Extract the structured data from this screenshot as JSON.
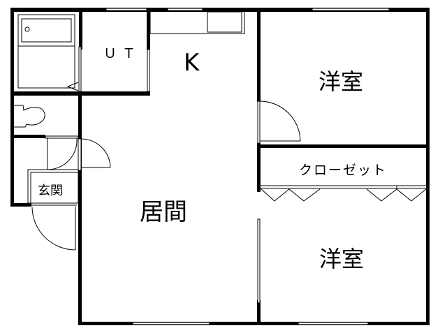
{
  "floor_plan": {
    "rooms": [
      {
        "id": "ut",
        "label": "ＵＴ"
      },
      {
        "id": "kitchen",
        "label": "K"
      },
      {
        "id": "western_room_1",
        "label": "洋室"
      },
      {
        "id": "closet",
        "label": "クローゼット"
      },
      {
        "id": "living",
        "label": "居間"
      },
      {
        "id": "entrance",
        "label": "玄関"
      },
      {
        "id": "western_room_2",
        "label": "洋室"
      }
    ],
    "colors": {
      "wall": "#000000",
      "background": "#ffffff"
    }
  }
}
